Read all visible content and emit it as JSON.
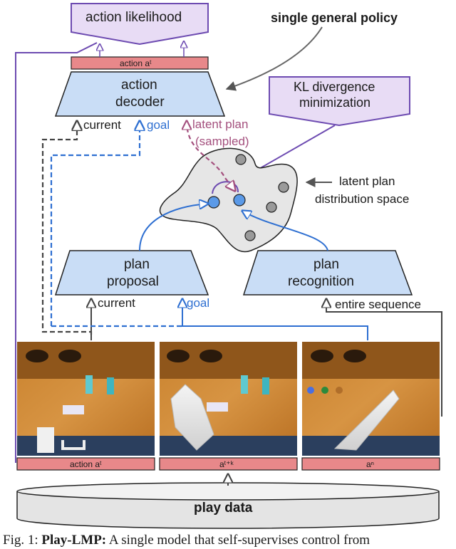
{
  "nodes": {
    "action_likelihood": "action likelihood",
    "action_decoder": [
      "action",
      "decoder"
    ],
    "kl": [
      "KL divergence",
      "minimization"
    ],
    "plan_proposal": [
      "plan",
      "proposal"
    ],
    "plan_recognition": [
      "plan",
      "recognition"
    ],
    "play_data": "play data"
  },
  "labels": {
    "single_general_policy": "single general policy",
    "action_at": "action aᵗ",
    "current_top": "current",
    "goal_top": "goal",
    "latent_plan_sampled": [
      "latent plan",
      "(sampled)"
    ],
    "latent_space": [
      "latent plan",
      "distribution space"
    ],
    "current_mid": "current",
    "goal_mid": "goal",
    "entire_sequence": "entire sequence",
    "frame_bar_1": "action aᵗ",
    "frame_bar_2": "aᵗ⁺ᵏ",
    "frame_bar_3": "aⁿ"
  },
  "caption": {
    "prefix": "Fig. 1: ",
    "bold": "Play-LMP:",
    "rest": " A single model that self-supervises control from"
  },
  "colors": {
    "box_fill": "#c9ddf6",
    "purple_fill": "#e8dcf5",
    "purple_stroke": "#6d4bb1",
    "bar_fill": "#e8888a",
    "blue": "#2e6fd1",
    "pink": "#a4507e",
    "gray": "#555555"
  }
}
